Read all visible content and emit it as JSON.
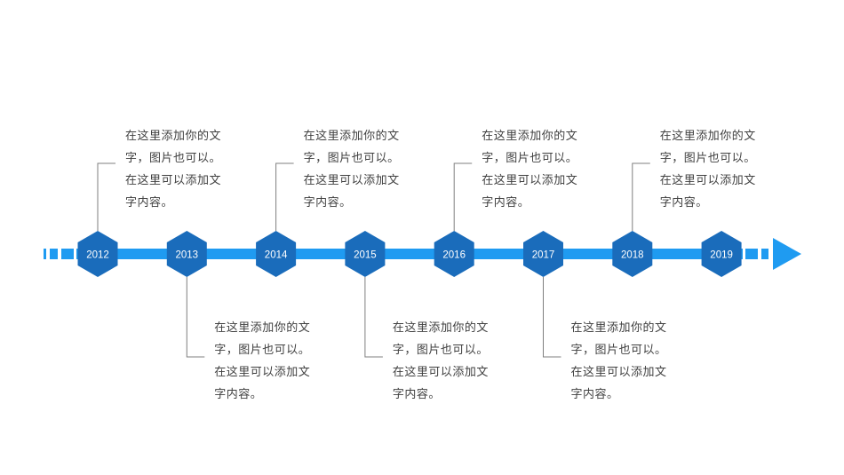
{
  "colors": {
    "hexagon": "#1a6cbb",
    "bar": "#1f9bf1",
    "connector": "#7f7f7f",
    "text": "#404040"
  },
  "timeline": {
    "entries": [
      {
        "year": "2012",
        "side": "top",
        "text_lines": [
          "在这里添加你的文",
          "字，图片也可以。",
          "在这里可以添加文",
          "字内容。"
        ]
      },
      {
        "year": "2013",
        "side": "bottom",
        "text_lines": [
          "在这里添加你的文",
          "字，图片也可以。",
          "在这里可以添加文",
          "字内容。"
        ]
      },
      {
        "year": "2014",
        "side": "top",
        "text_lines": [
          "在这里添加你的文",
          "字，图片也可以。",
          "在这里可以添加文",
          "字内容。"
        ]
      },
      {
        "year": "2015",
        "side": "bottom",
        "text_lines": [
          "在这里添加你的文",
          "字，图片也可以。",
          "在这里可以添加文",
          "字内容。"
        ]
      },
      {
        "year": "2016",
        "side": "top",
        "text_lines": [
          "在这里添加你的文",
          "字，图片也可以。",
          "在这里可以添加文",
          "字内容。"
        ]
      },
      {
        "year": "2017",
        "side": "bottom",
        "text_lines": [
          "在这里添加你的文",
          "字，图片也可以。",
          "在这里可以添加文",
          "字内容。"
        ]
      },
      {
        "year": "2018",
        "side": "top",
        "text_lines": [
          "在这里添加你的文",
          "字，图片也可以。",
          "在这里可以添加文",
          "字内容。"
        ]
      },
      {
        "year": "2019",
        "side": "none",
        "text_lines": []
      }
    ],
    "extra_text_blocks": [
      {
        "text_lines": [
          "在这里添加你的文",
          "字，图片也可以。",
          "在这里可以添加文",
          "字内容。"
        ]
      }
    ]
  }
}
